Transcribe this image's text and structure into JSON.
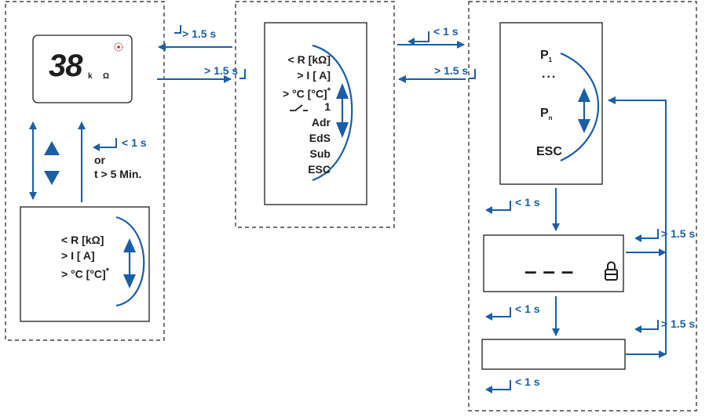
{
  "colors": {
    "accent": "#1a5ea8",
    "stroke": "#1d1d1b",
    "display_marker": "#d9232e"
  },
  "display": {
    "value": "38",
    "unit_prefix": "k",
    "unit": "Ω"
  },
  "panel_left": {
    "menu": [
      "< R [kΩ]",
      "> I [   A]",
      "> °C [°C]"
    ],
    "asterisk": "*",
    "hint_time": "< 1 s",
    "hint_or": "or",
    "hint_timeout": "t > 5 Min."
  },
  "panel_middle": {
    "menu": [
      "< R [kΩ]",
      "> I [   A]",
      "> °C [°C]",
      "1",
      "Adr",
      "EdS",
      "Sub",
      "ESC"
    ],
    "asterisk": "*"
  },
  "panel_right": {
    "p_first": "P",
    "p_first_sub": "1",
    "dots": "...",
    "p_last": "P",
    "p_last_sub": "n",
    "esc": "ESC",
    "dashes": "– – –"
  },
  "timings": {
    "long_press": "> 1.5 s",
    "short_press": "< 1 s"
  },
  "icons": [
    "lock-icon",
    "relay-contact-icon",
    "return-arrow-icon",
    "up-down-arrows-icon"
  ]
}
